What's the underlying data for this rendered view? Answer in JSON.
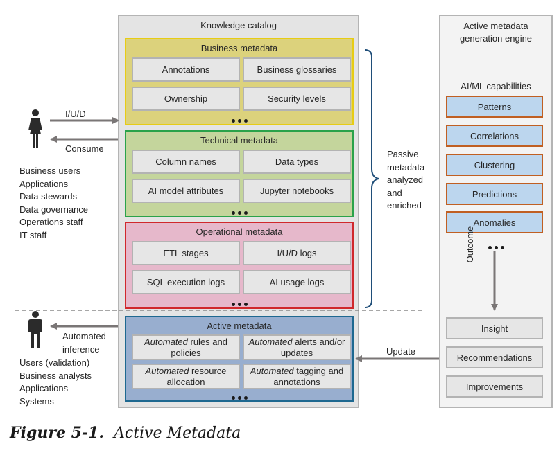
{
  "diagram": {
    "knowledge_catalog": {
      "title": "Knowledge catalog",
      "sections": {
        "business": {
          "title": "Business metadata",
          "items": [
            "Annotations",
            "Business glossaries",
            "Ownership",
            "Security levels"
          ],
          "more": "..."
        },
        "technical": {
          "title": "Technical metadata",
          "items": [
            "Column names",
            "Data types",
            "AI model attributes",
            "Jupyter notebooks"
          ],
          "more": "..."
        },
        "operational": {
          "title": "Operational metadata",
          "items": [
            "ETL stages",
            "I/U/D logs",
            "SQL execution logs",
            "AI usage logs"
          ],
          "more": "..."
        },
        "active": {
          "title": "Active metadata",
          "items": [
            {
              "emph": "Automated",
              "rest": " rules and policies"
            },
            {
              "emph": "Automated",
              "rest": " alerts and/or updates"
            },
            {
              "emph": "Automated",
              "rest": " resource allocation"
            },
            {
              "emph": "Automated",
              "rest": " tagging and annotations"
            }
          ],
          "more": "..."
        }
      }
    },
    "passive_label": [
      "Passive",
      "metadata",
      "analyzed",
      "and",
      "enriched"
    ],
    "engine": {
      "title_line1": "Active metadata",
      "title_line2": "generation engine",
      "capabilities_title": "AI/ML capabilities",
      "capabilities": [
        "Patterns",
        "Correlations",
        "Clustering",
        "Predictions",
        "Anomalies"
      ],
      "more": "...",
      "outcome_label": "Outcome",
      "outcomes": [
        "Insight",
        "Recommendations",
        "Improvements"
      ]
    },
    "left_top": {
      "arrow_in_label": "I/U/D",
      "arrow_out_label": "Consume",
      "actors": [
        "Business users",
        "Applications",
        "Data stewards",
        "Data governance",
        "Operations staff",
        "IT staff"
      ]
    },
    "left_bottom": {
      "arrow_label_line1": "Automated",
      "arrow_label_line2": "inference",
      "actors": [
        "Users (validation)",
        "Business analysts",
        "Applications",
        "Systems"
      ]
    },
    "update_label": "Update",
    "colors": {
      "business_fill": "#dcd27c",
      "business_border": "#e7cc14",
      "technical_fill": "#c4d59c",
      "technical_border": "#2aa24a",
      "operational_fill": "#e6b8cb",
      "operational_border": "#d0282c",
      "active_fill": "#98aecf",
      "active_border": "#1e6890",
      "capability_fill": "#bcd6ee",
      "capability_border": "#c05f22",
      "arrow": "#7a7676",
      "brace": "#1f4e79"
    }
  },
  "caption": {
    "label": "Figure 5-1.",
    "title": "Active Metadata"
  }
}
